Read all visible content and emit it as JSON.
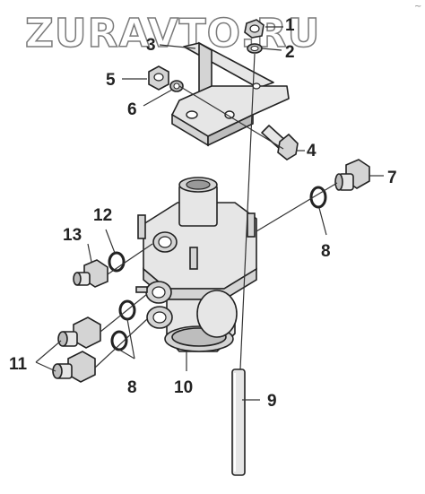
{
  "watermark": "ZURAVTO.RU",
  "corner_mark": "~",
  "callouts": [
    {
      "id": "c1",
      "label": "1"
    },
    {
      "id": "c2",
      "label": "2"
    },
    {
      "id": "c3",
      "label": "3"
    },
    {
      "id": "c4",
      "label": "4"
    },
    {
      "id": "c5",
      "label": "5"
    },
    {
      "id": "c6",
      "label": "6"
    },
    {
      "id": "c7",
      "label": "7"
    },
    {
      "id": "c8a",
      "label": "8"
    },
    {
      "id": "c8b",
      "label": "8"
    },
    {
      "id": "c9",
      "label": "9"
    },
    {
      "id": "c10",
      "label": "10"
    },
    {
      "id": "c11",
      "label": "11"
    },
    {
      "id": "c12",
      "label": "12"
    },
    {
      "id": "c13",
      "label": "13"
    }
  ]
}
